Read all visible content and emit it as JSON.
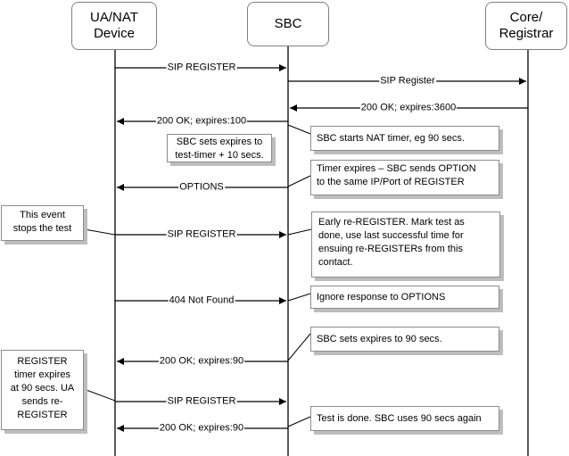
{
  "actors": {
    "ua": "UA/NAT\nDevice",
    "sbc": "SBC",
    "core": "Core/\nRegistrar"
  },
  "messages": [
    "SIP REGISTER",
    "SIP Register",
    "200 OK; expires:3600",
    "200 OK; expires:100",
    "OPTIONS",
    "SIP REGISTER",
    "404 Not Found",
    "200 OK; expires:90",
    "SIP REGISTER",
    "200 OK; expires:90"
  ],
  "notes": [
    "SBC sets expires to\ntest-timer + 10 secs.",
    "SBC starts NAT timer, eg 90 secs.",
    "Timer expires – SBC sends OPTION\nto the same IP/Port of REGISTER",
    "This event\nstops the test",
    "Early re-REGISTER. Mark test as\ndone, use last successful time for\nensuing re-REGISTERs from this\ncontact.",
    "Ignore response to OPTIONS",
    "SBC sets expires to 90 secs.",
    "REGISTER\ntimer expires\nat 90 secs. UA\nsends re-\nREGISTER",
    "Test is done. SBC uses 90 secs again"
  ]
}
